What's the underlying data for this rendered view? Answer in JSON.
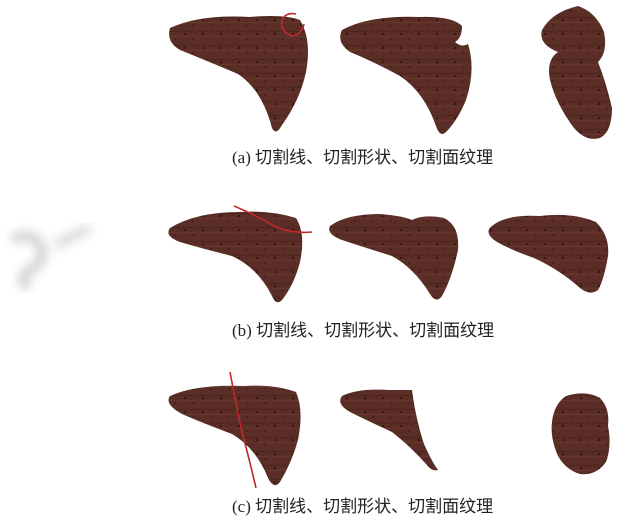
{
  "figure": {
    "rows": [
      {
        "caption": "(a) 切割线、切割形状、切割面纹理"
      },
      {
        "caption": "(b) 切割线、切割形状、切割面纹理"
      },
      {
        "caption": "(c) 切割线、切割形状、切割面纹理"
      }
    ],
    "colors": {
      "tissue": "#5a2e26",
      "tissue_dark": "#3e1f19",
      "cut_line": "#c0282c"
    }
  }
}
